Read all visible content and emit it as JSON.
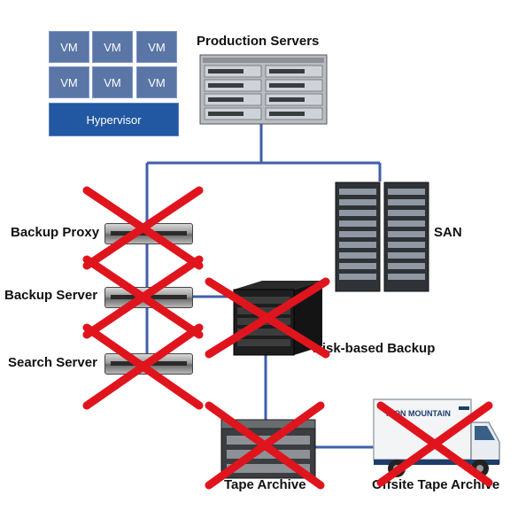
{
  "vm_cluster": {
    "vms": [
      "VM",
      "VM",
      "VM",
      "VM",
      "VM",
      "VM"
    ],
    "hypervisor_label": "Hypervisor"
  },
  "nodes": {
    "production_servers": "Production Servers",
    "san": "SAN",
    "backup_proxy": "Backup Proxy",
    "backup_server": "Backup Server",
    "search_server": "Search Server",
    "disk_backup": "Disk-based Backup",
    "tape_archive": "Tape Archive",
    "offsite_tape_archive": "Offsite Tape Archive",
    "truck_brand": "IRON MOUNTAIN"
  },
  "colors": {
    "connector": "#3f5fa8",
    "cross": "#e0141d",
    "vm_fill": "#5a76a7",
    "hypervisor_fill": "#2257a2"
  }
}
